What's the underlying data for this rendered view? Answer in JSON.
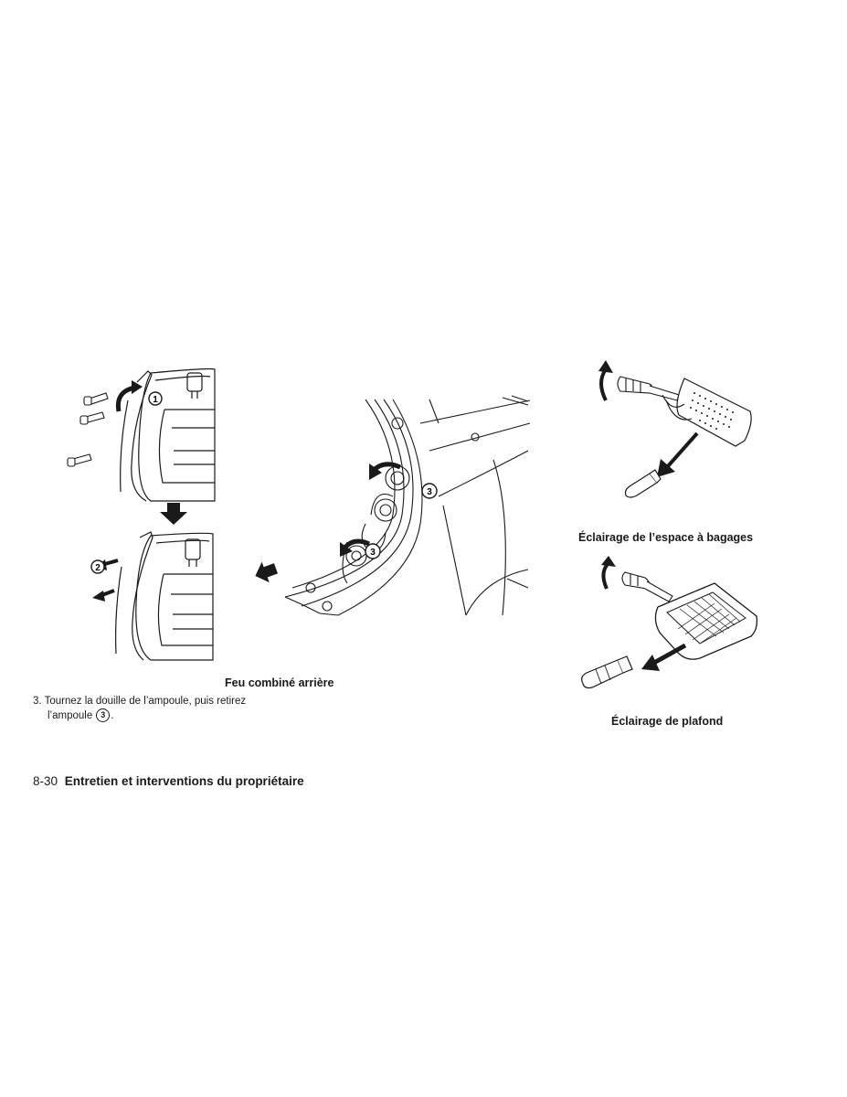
{
  "captions": {
    "rear_combination_lamp": "Feu combiné arrière",
    "luggage_area_light": "Éclairage de l’espace à bagages",
    "ceiling_light": "Éclairage de plafond"
  },
  "step": {
    "number": "3.",
    "line1": "Tournez la douille de l’ampoule, puis retirez",
    "line2_prefix": "l’ampoule",
    "callout": "3",
    "line2_suffix": "."
  },
  "callouts": {
    "one": "1",
    "two": "2",
    "three": "3"
  },
  "footer": {
    "page_number": "8-30",
    "section_title": "Entretien et interventions du propriétaire"
  }
}
